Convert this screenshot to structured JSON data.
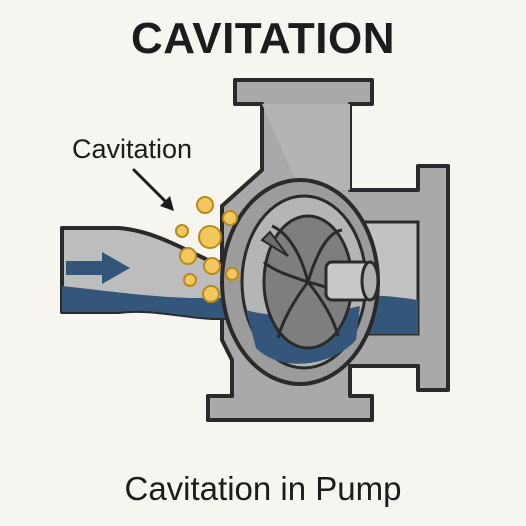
{
  "title": "CAVITATION",
  "callout": {
    "label": "Cavitation"
  },
  "caption": "Cavitation in Pump",
  "colors": {
    "background": "#f7f5f0",
    "casing": "#a7a7a7",
    "casing_light": "#bdbdbd",
    "outline": "#2a2a2a",
    "water": "#34567a",
    "bubble": "#f1c75e",
    "bubble_stroke": "#b88a1e",
    "impeller": "#8c8c8c",
    "flow_arrow": "#34567a"
  },
  "icons": {
    "flow_arrow": "flow-direction-arrow-icon",
    "bubbles": "vapor-bubble-icon"
  }
}
